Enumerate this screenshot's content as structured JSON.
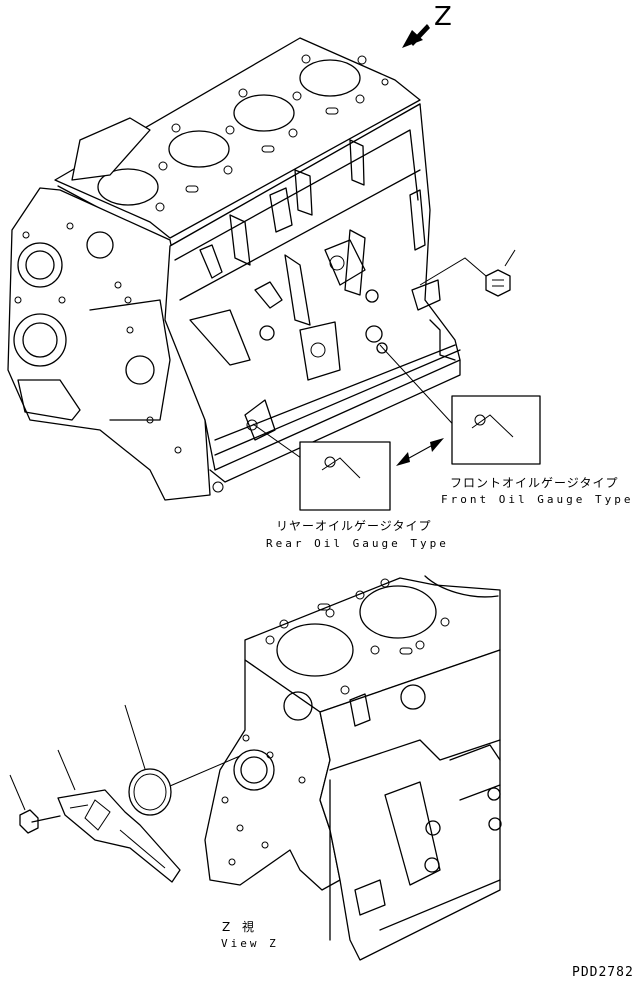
{
  "view_marker": "Z",
  "labels": {
    "front_jp": "フロントオイルゲージタイプ",
    "front_en": "Front Oil Gauge Type",
    "rear_jp": "リヤーオイルゲージタイプ",
    "rear_en": "Rear Oil Gauge Type",
    "view_jp": "Z  視",
    "view_en": "View Z",
    "drawing_code": "PDD2782"
  }
}
